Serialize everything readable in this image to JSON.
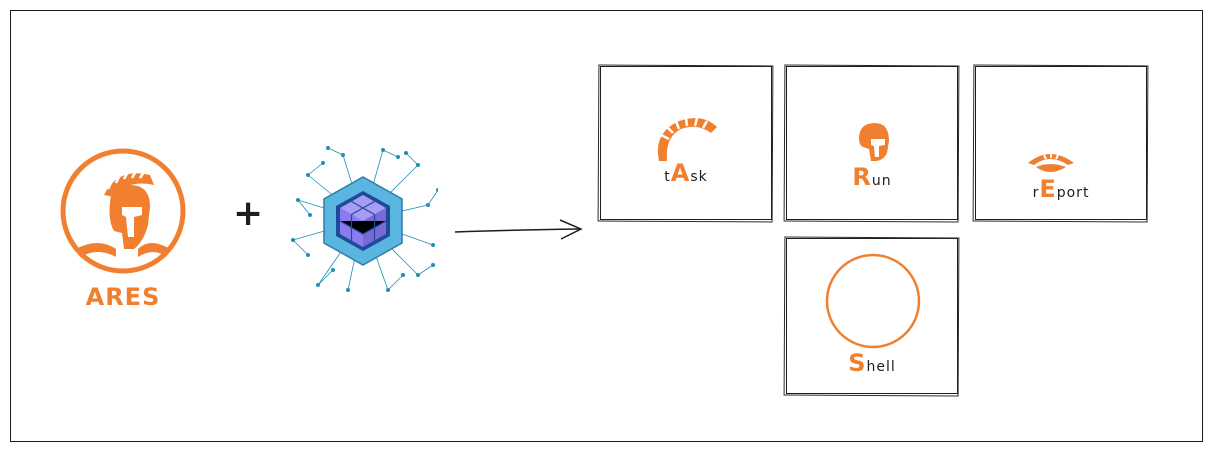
{
  "logo": {
    "name": "ARES"
  },
  "plus_sign": "+",
  "modules": [
    {
      "first": "t",
      "cap": "A",
      "rest": "sk",
      "icon": "spartan-helmet-icon"
    },
    {
      "first": "",
      "cap": "R",
      "rest": "un",
      "icon": "spartan-head-icon"
    },
    {
      "first": "r",
      "cap": "E",
      "rest": "port",
      "icon": "eye-icon"
    },
    {
      "first": "",
      "cap": "S",
      "rest": "hell",
      "icon": "circle-icon"
    }
  ],
  "colors": {
    "accent": "#f08030",
    "stroke": "#1e1e1e",
    "cube_outer": "#5ab6e0",
    "cube_inner": "#8a7cf0",
    "network": "#1f8fb8"
  }
}
